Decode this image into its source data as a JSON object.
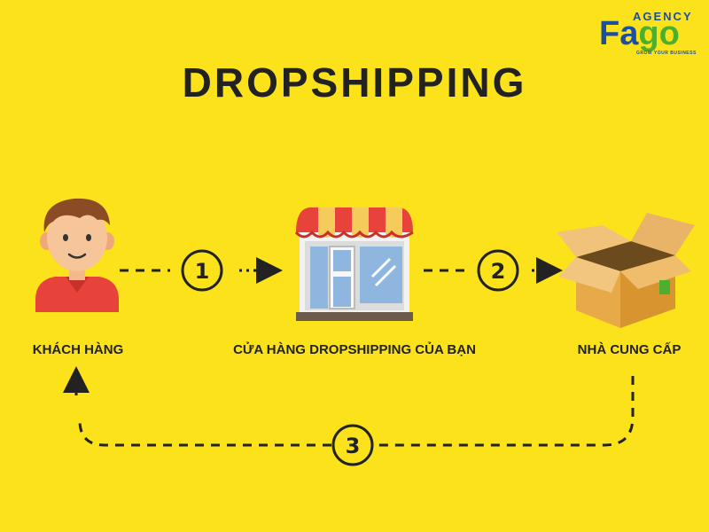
{
  "title": "DROPSHIPPING",
  "logo": {
    "agency": "AGENCY",
    "brand_part1": "Fa",
    "brand_part2": "go",
    "tagline": "GROW YOUR BUSINESS",
    "colors": {
      "blue": "#1d4fa0",
      "green": "#4caf2e"
    }
  },
  "nodes": [
    {
      "id": "customer",
      "label": "KHÁCH HÀNG",
      "icon": "customer-icon"
    },
    {
      "id": "store",
      "label": "CỬA HÀNG DROPSHIPPING CỦA BẠN",
      "icon": "store-icon"
    },
    {
      "id": "supplier",
      "label": "NHÀ CUNG CẤP",
      "icon": "box-icon"
    }
  ],
  "steps": [
    "1",
    "2",
    "3"
  ],
  "colors": {
    "background": "#fbe21a",
    "ink": "#222222"
  }
}
